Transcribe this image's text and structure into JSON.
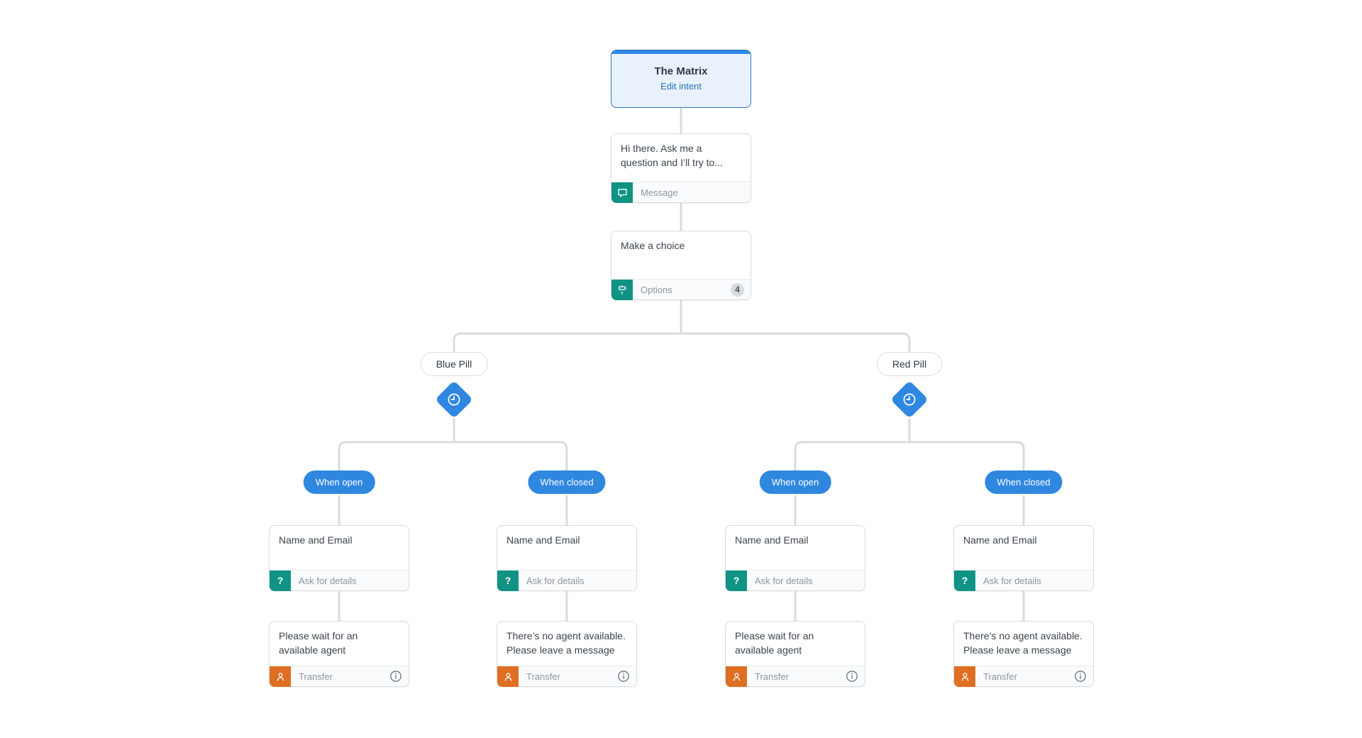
{
  "colors": {
    "accent_blue": "#2f87e0",
    "link_blue": "#1f73b7",
    "teal": "#109384",
    "orange": "#de6e21",
    "connector_gray": "#d8dcde",
    "intent_bg": "#e9f2fc",
    "intent_border": "#3178c1",
    "text_dark": "#3c444d",
    "text_muted": "#8b949e"
  },
  "intent_node": {
    "title": "The Matrix",
    "link_label": "Edit intent"
  },
  "message_node": {
    "body": "Hi there. Ask me a question and I’ll try to...",
    "footer_label": "Message",
    "icon": "chat-bubble-icon"
  },
  "options_node": {
    "body": "Make a choice",
    "footer_label": "Options",
    "count_badge": "4",
    "icon": "signpost-icon"
  },
  "branch_labels": [
    {
      "label": "Blue Pill"
    },
    {
      "label": "Red Pill"
    }
  ],
  "condition_pills": [
    {
      "label": "When open"
    },
    {
      "label": "When closed"
    },
    {
      "label": "When open"
    },
    {
      "label": "When closed"
    }
  ],
  "columns": [
    {
      "ask_body": "Name and Email",
      "ask_footer": "Ask for details",
      "transfer_body": "Please wait for an available agent",
      "transfer_footer": "Transfer"
    },
    {
      "ask_body": "Name and Email",
      "ask_footer": "Ask for details",
      "transfer_body": "There’s no agent available. Please leave a message",
      "transfer_footer": "Transfer"
    },
    {
      "ask_body": "Name and Email",
      "ask_footer": "Ask for details",
      "transfer_body": "Please wait for an available agent",
      "transfer_footer": "Transfer"
    },
    {
      "ask_body": "Name and Email",
      "ask_footer": "Ask for details",
      "transfer_body": "There’s no agent available. Please leave a message",
      "transfer_footer": "Transfer"
    }
  ]
}
